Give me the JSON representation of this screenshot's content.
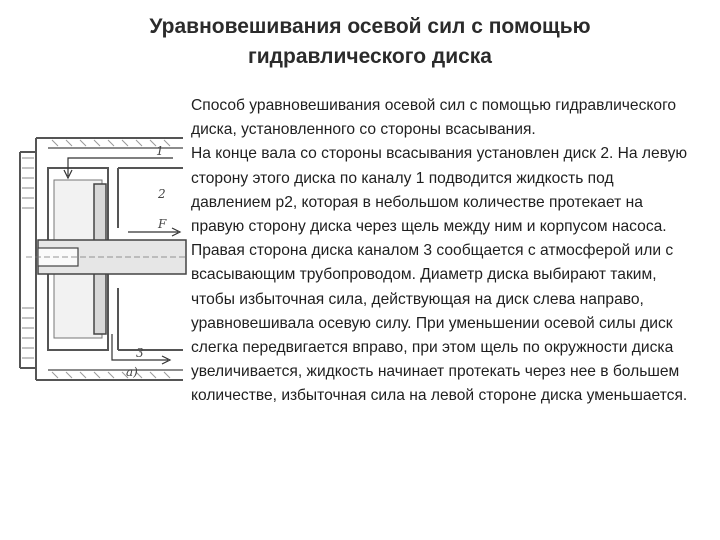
{
  "slide": {
    "title_line1": "Уравновешивания осевой сил с помощью",
    "title_line2": "гидравлического диска",
    "paragraph1": "Способ уравновешивания осевой сил с помощью гидравлического диска, установленного со стороны всасывания.",
    "paragraph2": "На конце вала со стороны всасывания установлен диск 2. На левую сторону этого диска по каналу 1 подводится жидкость под давлением p2, которая в небольшом количестве протекает на правую сторону диска через щель между ним и корпусом насоса. Правая сторона диска каналом 3 сообщается с атмосферой или с всасывающим трубопроводом. Диаметр диска выбирают таким, чтобы избыточная сила, действующая на диск слева направо, уравновешивала осевую силу. При уменьшении осевой силы диск слегка передвигается вправо, при этом щель по окружности диска увеличивается, жидкость начинает протекать через нее в большем количестве, избыточная сила на левой стороне диска уменьшается."
  },
  "figure": {
    "label_channel1": "1",
    "label_disk2": "2",
    "label_channel3": "3",
    "label_force": "F",
    "label_caption": "а)"
  }
}
